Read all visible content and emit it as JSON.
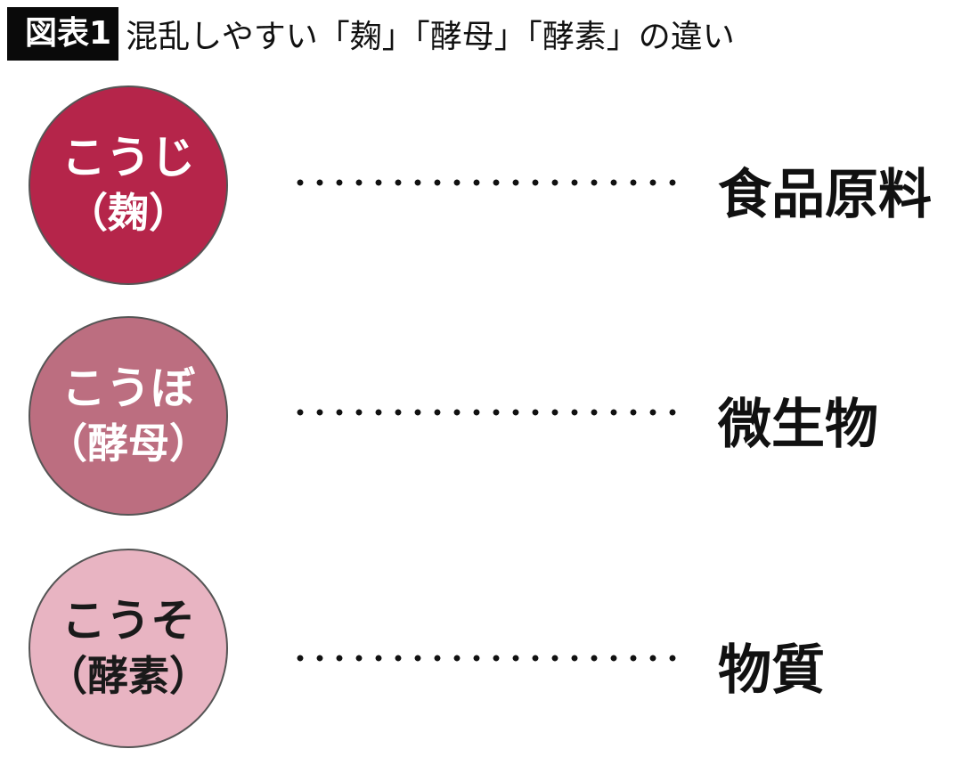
{
  "title": {
    "badge": "図表1",
    "text": "混乱しやすい「麹」「酵母」「酵素」の違い"
  },
  "items": [
    {
      "reading": "こうじ",
      "kanji": "（麹）",
      "meaning": "食品原料",
      "color": "#b5254a",
      "text_color": "#ffffff"
    },
    {
      "reading": "こうぼ",
      "kanji": "（酵母）",
      "meaning": "微生物",
      "color": "#bc6e80",
      "text_color": "#ffffff"
    },
    {
      "reading": "こうそ",
      "kanji": "（酵素）",
      "meaning": "物質",
      "color": "#e8b4c2",
      "text_color": "#1a1a1a"
    }
  ]
}
